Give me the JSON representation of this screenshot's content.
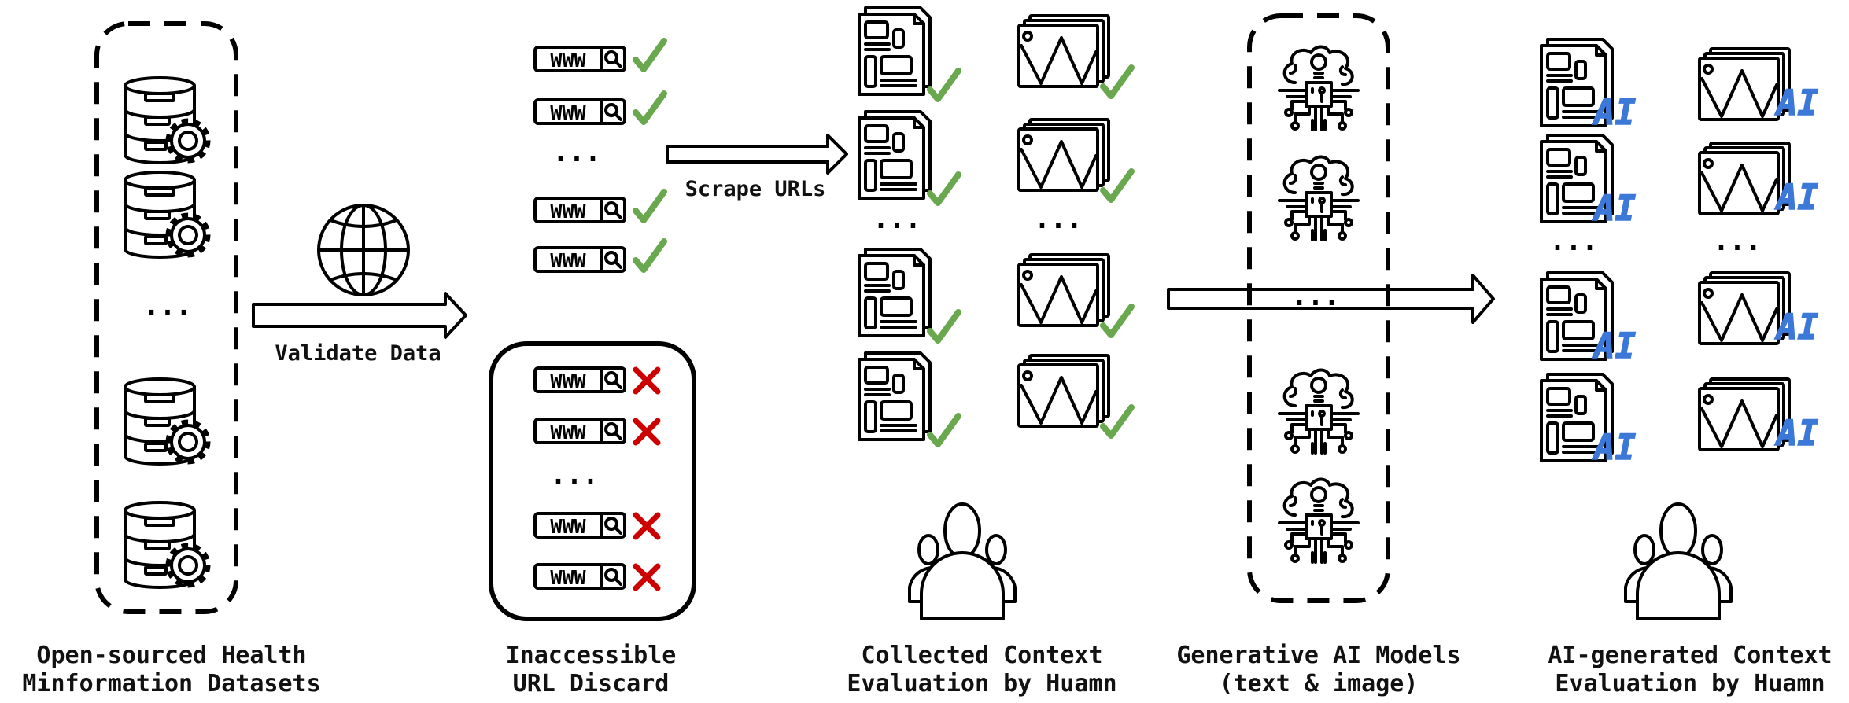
{
  "labels": {
    "datasets": [
      "Open-sourced Health",
      "Minformation Datasets"
    ],
    "discard": [
      "Inaccessible",
      "URL Discard"
    ],
    "collected": [
      "Collected Context",
      "Evaluation by Huamn"
    ],
    "models": [
      "Generative AI Models",
      "(text & image)"
    ],
    "ai_context": [
      "AI-generated Context",
      "Evaluation by Huamn"
    ]
  },
  "arrows": {
    "validate": "Validate Data",
    "scrape": "Scrape URLs"
  },
  "ellipsis": "...",
  "icons": {
    "url_text": "WWW",
    "ai_badge": "AI",
    "database": "database-gear-icon",
    "globe": "globe-icon",
    "url": "url-search-bar-icon",
    "valid": "check-icon",
    "invalid": "cross-icon",
    "document": "document-icon",
    "image": "image-stack-icon",
    "model": "ai-brain-circuit-icon",
    "people": "people-group-icon"
  },
  "url_status": {
    "accessible": [
      "valid",
      "valid",
      "valid",
      "valid"
    ],
    "inaccessible": [
      "invalid",
      "invalid",
      "invalid",
      "invalid"
    ]
  },
  "colors": {
    "check": "#6aa84f",
    "cross": "#cc0000",
    "ai_badge": "#3c78d8",
    "stroke": "#000000"
  }
}
